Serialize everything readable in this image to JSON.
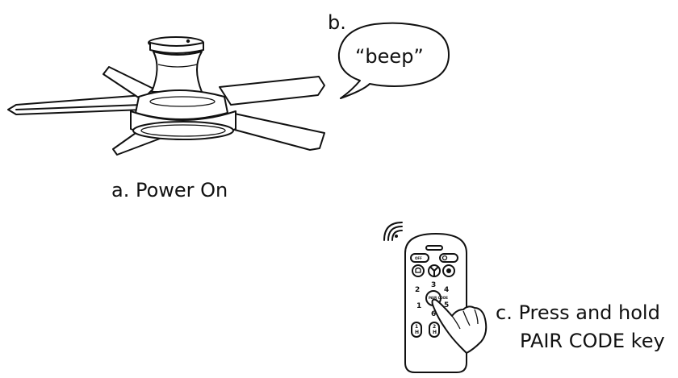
{
  "steps": {
    "a": "a. Power On",
    "b": "b.",
    "c_line1": "c. Press and hold",
    "c_line2": "PAIR CODE key"
  },
  "speech_bubble": "“beep”",
  "remote": {
    "off_label": "OFF",
    "number_keys": [
      "1",
      "2",
      "3",
      "4",
      "5",
      "6"
    ],
    "hour_keys": [
      "1\nH",
      "2\nH"
    ],
    "pair_code_label": "PAIR CODE"
  },
  "icons": [
    "ceiling-fan-icon",
    "speech-bubble-icon",
    "remote-control-icon",
    "wireless-signal-icon",
    "pressing-hand-icon",
    "fan-icon",
    "light-icon",
    "power-icon"
  ]
}
